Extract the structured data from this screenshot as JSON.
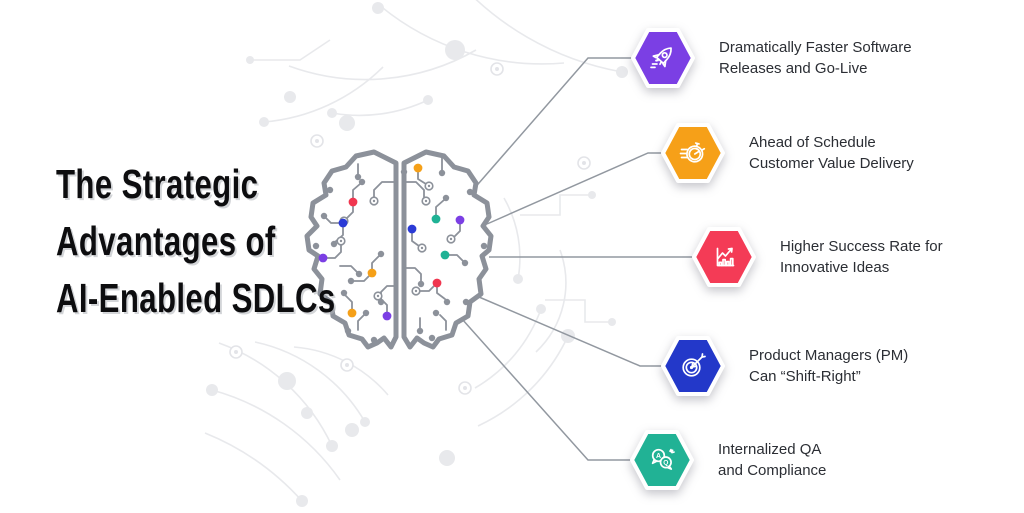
{
  "title": {
    "line1": "The Strategic",
    "line2": "Advantages of",
    "line3": "AI-Enabled SDLCs"
  },
  "items": [
    {
      "id": "faster-releases",
      "icon": "rocket-icon",
      "color": "#7b3fe4",
      "line1": "Dramatically Faster Software",
      "line2": "Releases and Go-Live"
    },
    {
      "id": "ahead-of-schedule",
      "icon": "stopwatch-icon",
      "color": "#f6a018",
      "line1": "Ahead of Schedule",
      "line2": "Customer Value Delivery"
    },
    {
      "id": "higher-success",
      "icon": "growth-chart-icon",
      "color": "#f43b56",
      "line1": "Higher Success Rate for",
      "line2": "Innovative Ideas"
    },
    {
      "id": "shift-right",
      "icon": "target-icon",
      "color": "#2338c9",
      "line1": "Product Managers (PM)",
      "line2": "Can “Shift-Right”",
      "letter": ""
    },
    {
      "id": "internal-qa",
      "icon": "qa-chat-icon",
      "color": "#21b295",
      "line1": "Internalized QA",
      "line2": "and Compliance",
      "letter_a": "A",
      "letter_q": "Q"
    }
  ],
  "palette": {
    "connector_gray": "#9298a0",
    "brain_gray": "#8c919a",
    "node_red": "#f0364f",
    "node_blue": "#2b3bd6",
    "node_purple": "#7b3fe4",
    "node_orange": "#f5a018",
    "node_teal": "#1fb295",
    "text_dark": "#2b2e34",
    "title_black": "#0d0d0f"
  }
}
